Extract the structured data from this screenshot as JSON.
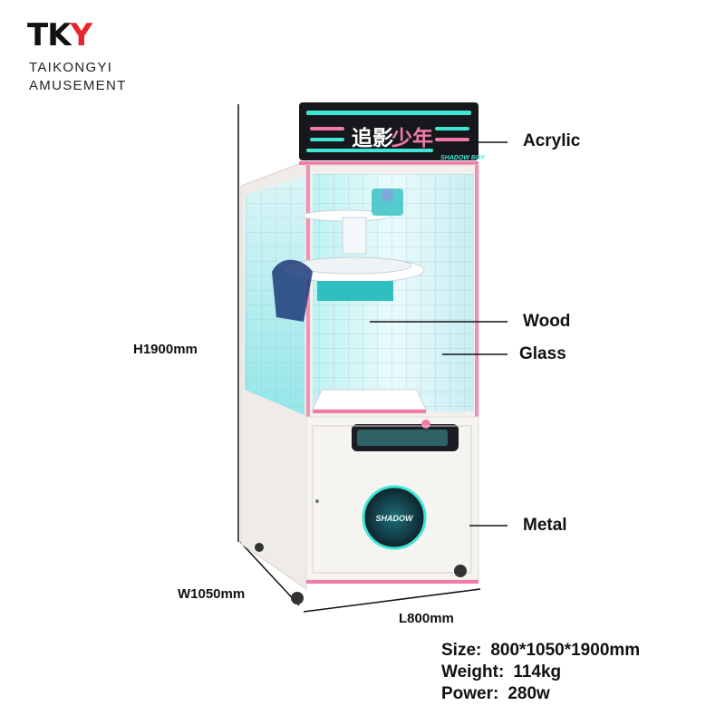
{
  "logo": {
    "mark_prefix": "TK",
    "mark_suffix": "Y",
    "line1": "TAIKONGYI",
    "line2": "AMUSEMENT",
    "accent": "#e6262e"
  },
  "sign": {
    "title_cn_left": "追影",
    "title_cn_right": "少年",
    "subtitle": "SHADOW BOY"
  },
  "porthole_text": "SHADOW",
  "materials": {
    "acrylic": "Acrylic",
    "wood": "Wood",
    "glass": "Glass",
    "metal": "Metal"
  },
  "dimensions": {
    "height": "H1900mm",
    "width": "W1050mm",
    "length": "L800mm"
  },
  "specs": [
    {
      "label": "Size:",
      "value": "800*1050*1900mm"
    },
    {
      "label": "Weight:",
      "value": "114kg"
    },
    {
      "label": "Power:",
      "value": "280w"
    }
  ],
  "colors": {
    "neon_cyan": "#3fe6d6",
    "neon_pink": "#f07aa8",
    "cabinet": "#f3f0ec",
    "glass": "#cfeff3"
  }
}
